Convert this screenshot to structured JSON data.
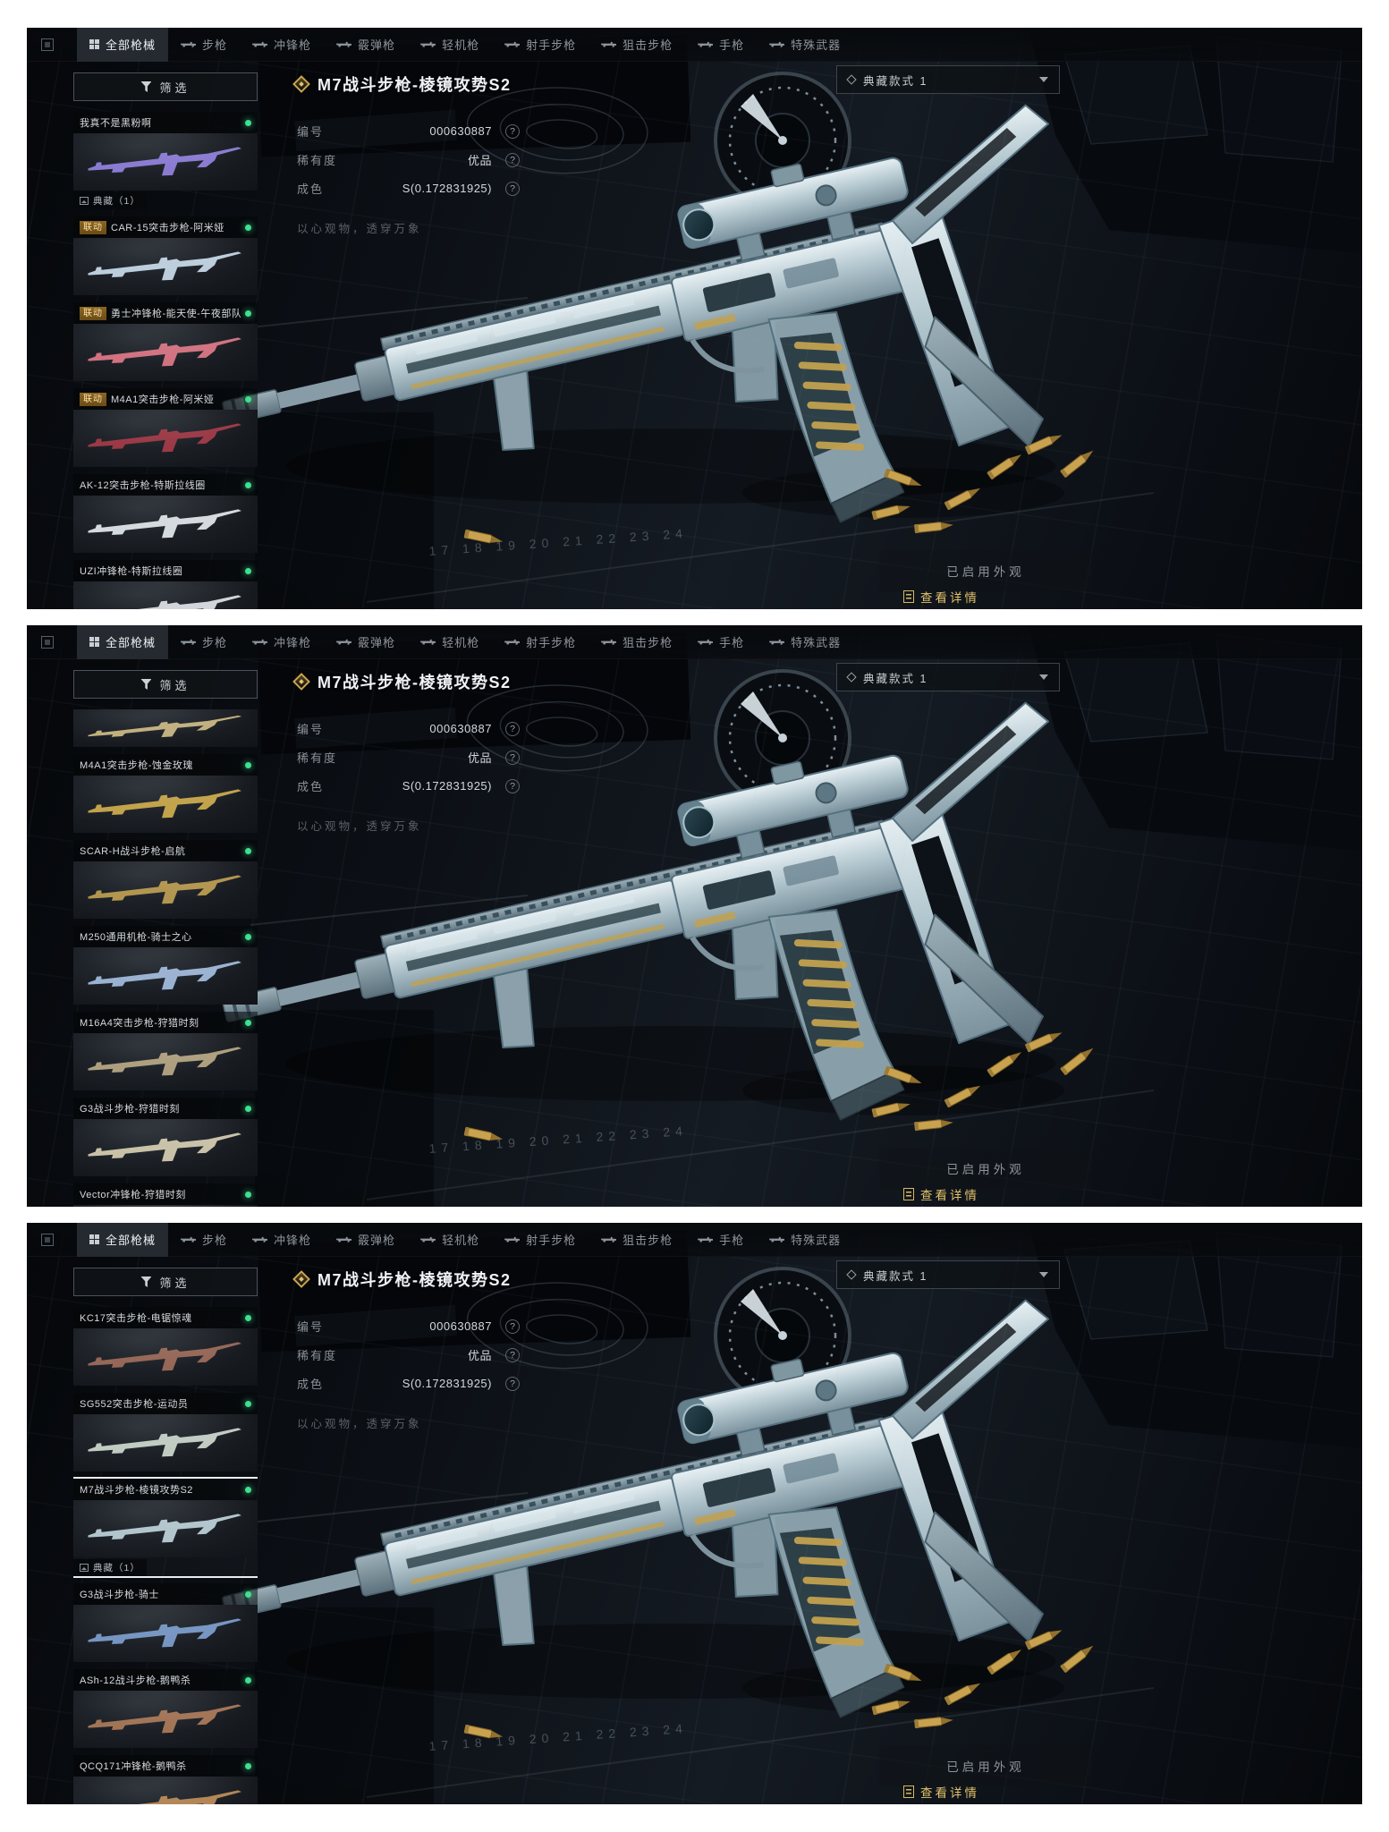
{
  "nav": {
    "tabs": [
      {
        "label": "全部枪械",
        "grid": true,
        "active": true
      },
      {
        "label": "步枪",
        "gun": true
      },
      {
        "label": "冲锋枪",
        "gun": true
      },
      {
        "label": "霰弹枪",
        "gun": true
      },
      {
        "label": "轻机枪",
        "gun": true
      },
      {
        "label": "射手步枪",
        "gun": true
      },
      {
        "label": "狙击步枪",
        "gun": true
      },
      {
        "label": "手枪",
        "gun": true
      },
      {
        "label": "特殊武器",
        "gun": true
      }
    ]
  },
  "sidebar": {
    "filter_label": "筛选",
    "status_dot_color": "#3fe08f"
  },
  "weapon": {
    "title": "M7战斗步枪-棱镜攻势S2",
    "help_icon": "?",
    "details": [
      {
        "label": "编号",
        "value": "000630887"
      },
      {
        "label": "稀有度",
        "value": "优品"
      },
      {
        "label": "成色",
        "value": "S(0.172831925)"
      }
    ],
    "flavor": "以心观物，透穿万象"
  },
  "style_selector": {
    "label": "典藏款式 1"
  },
  "footer": {
    "applied_label": "已启用外观",
    "details_button": "查看详情"
  },
  "scene": {
    "ruler_numbers": "17  18  19  20  21  22  23  24",
    "accent_gold": "#c2a14f",
    "gun_body_color": "#b9cdd6"
  },
  "panels": [
    {
      "items": [
        {
          "name": "我真不是黑粉啊",
          "collect": "典藏（1）",
          "color": "#8f7fd8"
        },
        {
          "name": "CAR-15突击步枪-阿米娅",
          "linked": "联动",
          "color": "#c3d4e4"
        },
        {
          "name": "勇士冲锋枪-能天使-午夜部队",
          "linked": "联动",
          "color": "#d87684"
        },
        {
          "name": "M4A1突击步枪-阿米娅",
          "linked": "联动",
          "color": "#a03a48"
        },
        {
          "name": "AK-12突击步枪-特斯拉线圈",
          "color": "#dde2e6"
        },
        {
          "name": "UZI冲锋枪-特斯拉线圈",
          "color": "#d8dde2"
        }
      ]
    },
    {
      "items": [
        {
          "partial": true,
          "color": "#c9b583"
        },
        {
          "name": "M4A1突击步枪-蚀金玫瑰",
          "color": "#c9a84c"
        },
        {
          "name": "SCAR-H战斗步枪-启航",
          "color": "#b89a50"
        },
        {
          "name": "M250通用机枪-骑士之心",
          "color": "#9fb8d8"
        },
        {
          "name": "M16A4突击步枪-狩猎时刻",
          "color": "#b3a482"
        },
        {
          "name": "G3战斗步枪-狩猎时刻",
          "color": "#cfc8ae"
        },
        {
          "name": "Vector冲锋枪-狩猎时刻",
          "color": "#c2b694"
        }
      ]
    },
    {
      "items": [
        {
          "name": "KC17突击步枪-电锯惊魂",
          "color": "#9a6a5a"
        },
        {
          "name": "SG552突击步枪-运动员",
          "color": "#c8d2c8"
        },
        {
          "name": "M7战斗步枪-棱镜攻势S2",
          "collect": "典藏（1）",
          "selected": true,
          "color": "#b8ccd4"
        },
        {
          "name": "G3战斗步枪-骑士",
          "color": "#7a9ac8"
        },
        {
          "name": "ASh-12战斗步枪-鹅鸭杀",
          "color": "#a87858"
        },
        {
          "name": "QCQ171冲锋枪-鹅鸭杀",
          "color": "#b88858"
        }
      ]
    }
  ]
}
